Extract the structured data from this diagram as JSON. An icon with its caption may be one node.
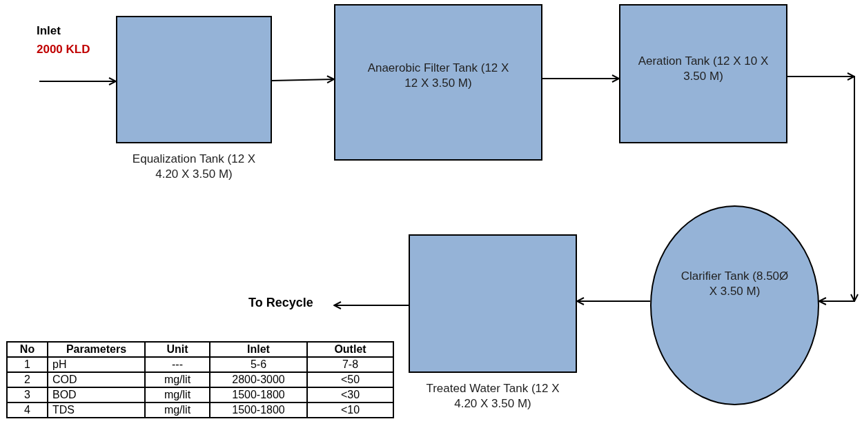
{
  "diagram": {
    "nodes": [
      {
        "text": [
          "Equalization Tank (12 X 4.20 X 3.50 M)"
        ]
      },
      {
        "text": [
          "Anaerobic Filter Tank (12 X 12 X 3.50 M)"
        ]
      },
      {
        "text": [
          "Aeration Tank (12 X 10 X 3.50 M)"
        ]
      },
      {
        "text": [
          "Clarifier Tank (8.50Ø X 3.50 M)"
        ]
      },
      {
        "text": [
          "Treated Water Tank (12 X 4.20 X 3.50 M)"
        ]
      },
      {
        "text": [
          "To Recycle"
        ]
      }
    ],
    "edges": [
      {
        "from": null,
        "to": 0,
        "arrow": "to"
      },
      {
        "from": 0,
        "to": 1,
        "arrow": "to"
      },
      {
        "from": 1,
        "to": 2,
        "arrow": "to"
      },
      {
        "from": 2,
        "to": 3,
        "arrow": "to"
      },
      {
        "from": 3,
        "to": 4,
        "arrow": "to"
      },
      {
        "from": 4,
        "to": 5,
        "arrow": "to"
      }
    ],
    "labels": [
      "Inlet",
      "2000 KLD",
      "No",
      "Parameters",
      "Unit",
      "Inlet",
      "Outlet",
      "1",
      "pH",
      "---",
      "5-6",
      "7-8",
      "2",
      "COD",
      "mg/lit",
      "2800-3000",
      "<50",
      "3",
      "BOD",
      "mg/lit",
      "1500-1800",
      "<30",
      "4",
      "TDS",
      "mg/lit",
      "1500-1800",
      "<10"
    ]
  }
}
